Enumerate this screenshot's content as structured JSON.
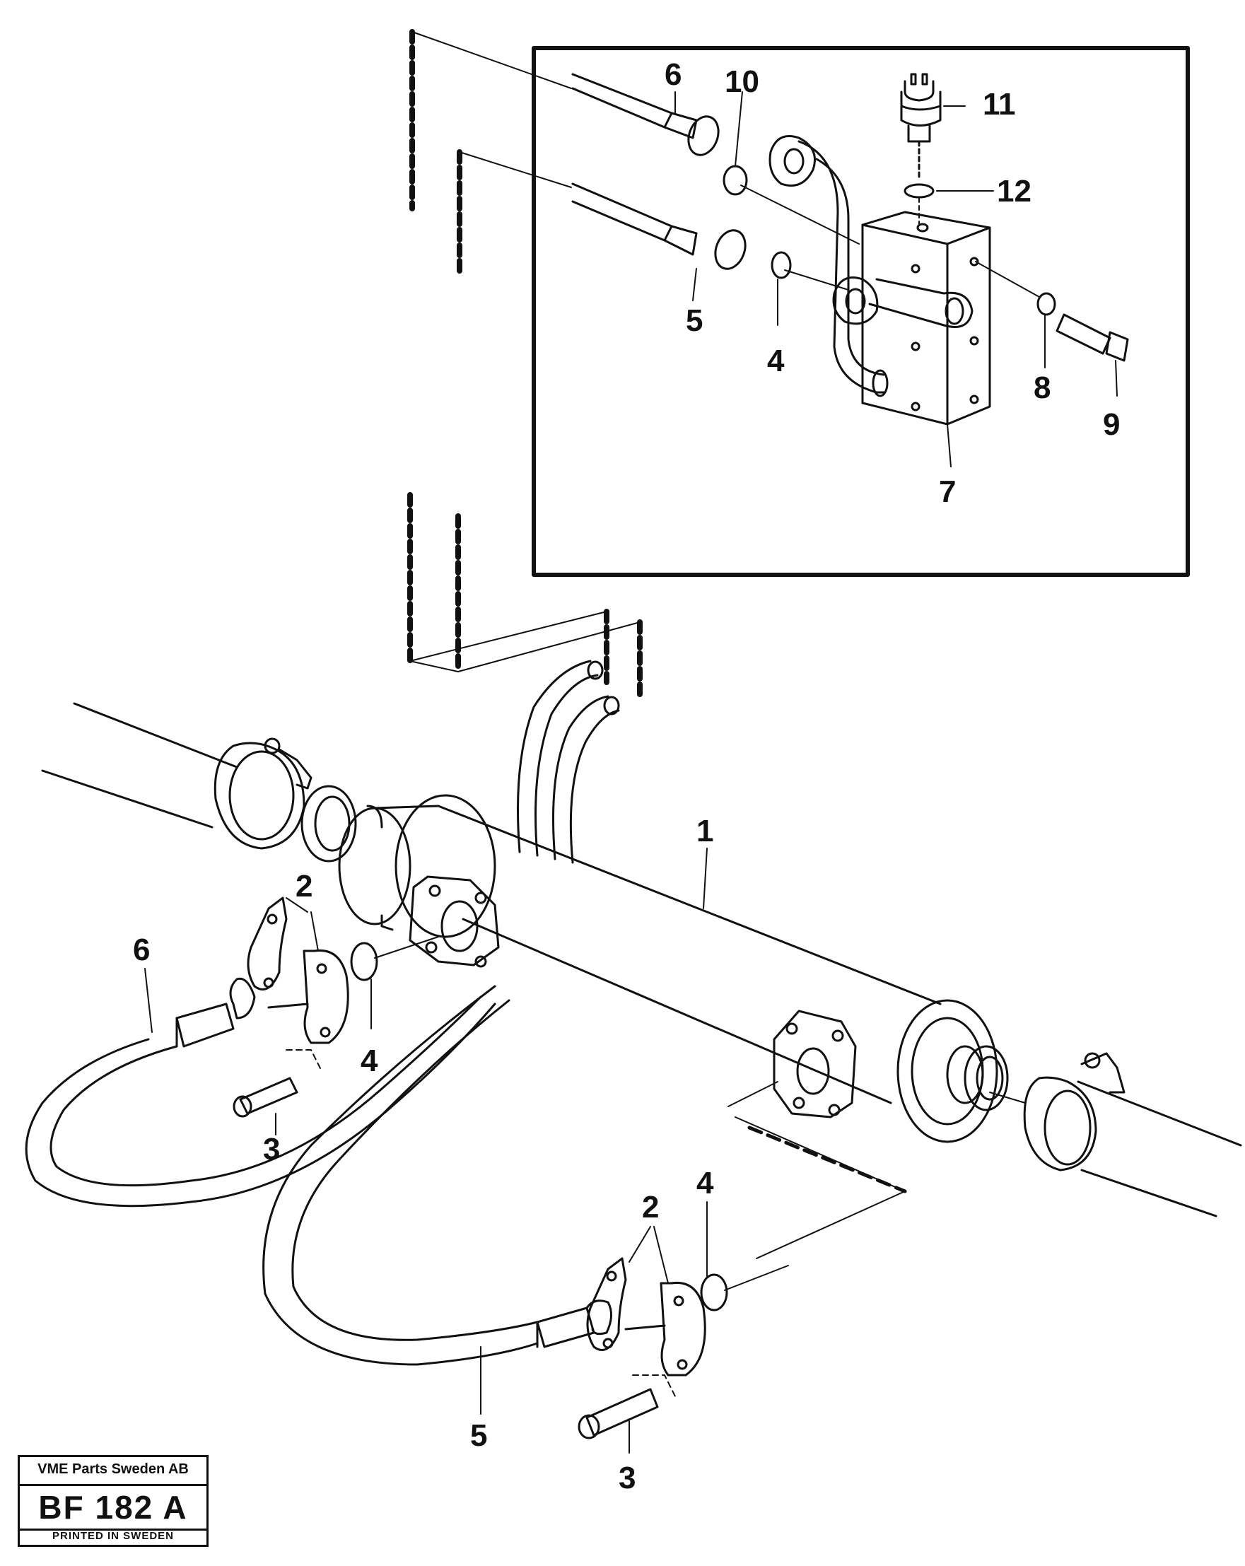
{
  "callouts": {
    "n1": "1",
    "n2a": "2",
    "n2b": "2",
    "n3a": "3",
    "n3b": "3",
    "n4a": "4",
    "n4b": "4",
    "n4c": "4",
    "n5a": "5",
    "n5b": "5",
    "n6a": "6",
    "n6b": "6",
    "n7": "7",
    "n8": "8",
    "n9": "9",
    "n10": "10",
    "n11": "11",
    "n12": "12"
  },
  "stamp": {
    "company": "VME Parts Sweden AB",
    "code": "BF 182 A",
    "printed": "PRINTED IN SWEDEN"
  },
  "colors": {
    "ink": "#111111",
    "paper": "#ffffff"
  }
}
